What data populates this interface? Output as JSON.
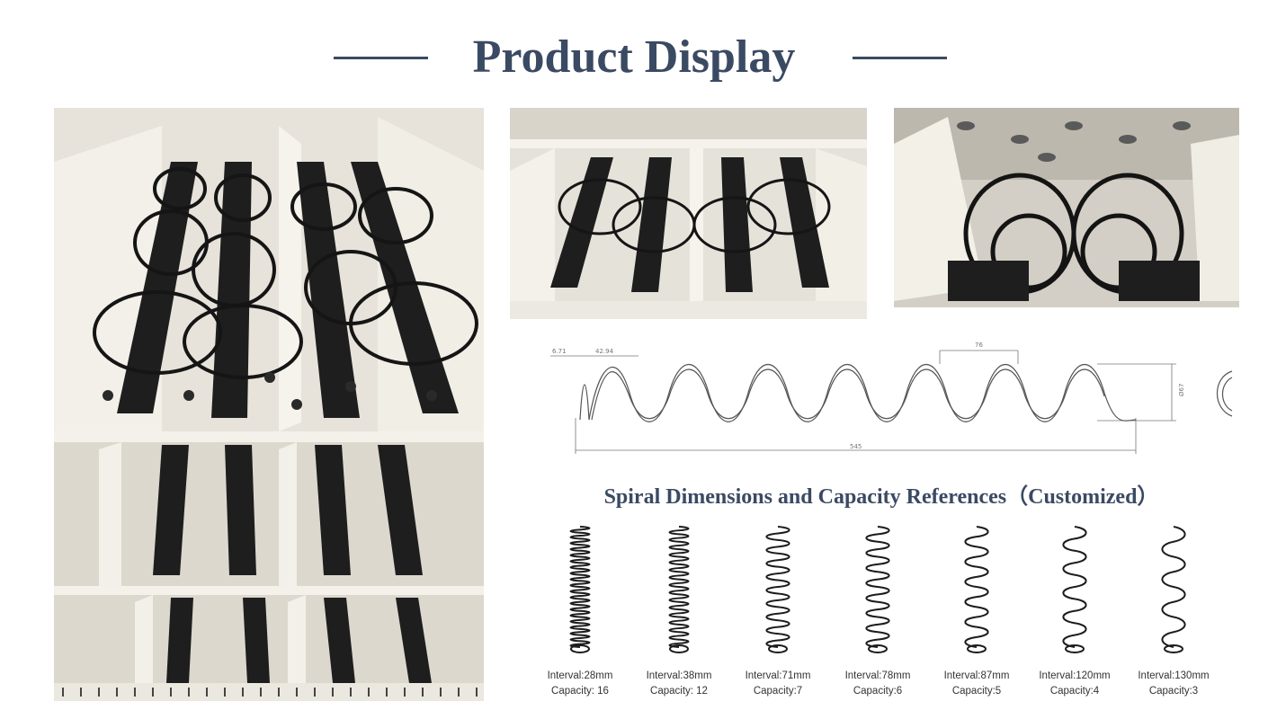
{
  "header": {
    "title": "Product Display"
  },
  "dimension_diagram": {
    "labels": {
      "pitch": "76",
      "tip_a": "6.71",
      "tip_b": "42.94",
      "diameter": "Ø67",
      "length": "545"
    }
  },
  "spirals_section": {
    "title": "Spiral Dimensions and Capacity References（Customized）",
    "items": [
      {
        "interval": "Interval:28mm",
        "capacity": "Capacity: 16",
        "turns": 20
      },
      {
        "interval": "Interval:38mm",
        "capacity": "Capacity: 12",
        "turns": 16
      },
      {
        "interval": "Interval:71mm",
        "capacity": "Capacity:7",
        "turns": 9
      },
      {
        "interval": "Interval:78mm",
        "capacity": "Capacity:6",
        "turns": 8
      },
      {
        "interval": "Interval:87mm",
        "capacity": "Capacity:5",
        "turns": 6
      },
      {
        "interval": "Interval:120mm",
        "capacity": "Capacity:4",
        "turns": 5
      },
      {
        "interval": "Interval:130mm",
        "capacity": "Capacity:3",
        "turns": 4
      }
    ]
  },
  "photos": [
    {
      "id": "photo-large",
      "description_icon": "vending-tray-photo"
    },
    {
      "id": "photo-top-middle",
      "description_icon": "vending-tray-photo"
    },
    {
      "id": "photo-top-right",
      "description_icon": "spiral-closeup-photo"
    }
  ],
  "colors": {
    "title": "#3b4a63",
    "tray": "#e8e5de",
    "spiral": "#1c1c1c"
  }
}
